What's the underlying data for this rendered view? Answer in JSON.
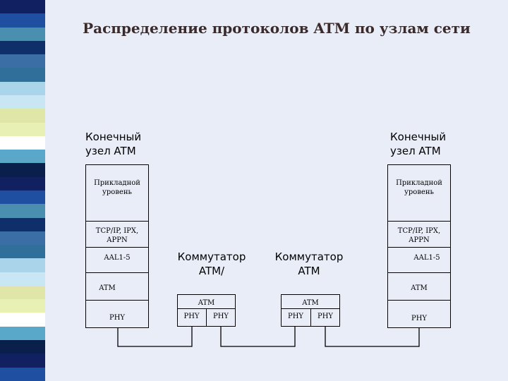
{
  "title": "Распределение протоколов ATM по узлам сети",
  "left_node": {
    "label_line1": "Конечный",
    "label_line2": "узел ATM",
    "layers": {
      "app_line1": "Прикладной",
      "app_line2": "уровень",
      "tcp_line1": "TCP/IP, IPX,",
      "tcp_line2": "APPN",
      "aal": "AAL1-5",
      "atm": "ATM",
      "phy": "PHY"
    }
  },
  "right_node": {
    "label_line1": "Конечный",
    "label_line2": "узел ATM",
    "layers": {
      "app_line1": "Прикладной",
      "app_line2": "уровень",
      "tcp_line1": "TCP/IP, IPX,",
      "tcp_line2": "APPN",
      "aal": "AAL1-5",
      "atm": "ATM",
      "phy": "PHY"
    }
  },
  "switch1": {
    "label_line1": "Коммутатор",
    "label_line2": "ATM/",
    "atm": "ATM",
    "phy1": "PHY",
    "phy2": "PHY"
  },
  "switch2": {
    "label_line1": "Коммутатор",
    "label_line2": "ATM",
    "atm": "ATM",
    "phy1": "PHY",
    "phy2": "PHY"
  },
  "stripe_colors": [
    "#4a8fb0",
    "#ffffff",
    "#2f6f9a",
    "#102060",
    "#dfe6a8",
    "#0f2f6a",
    "#59a7c9",
    "#a9d4ea",
    "#1f4fa0",
    "#e9f0b4",
    "#3a6ea5",
    "#0b1f4d",
    "#c8e6f4"
  ]
}
